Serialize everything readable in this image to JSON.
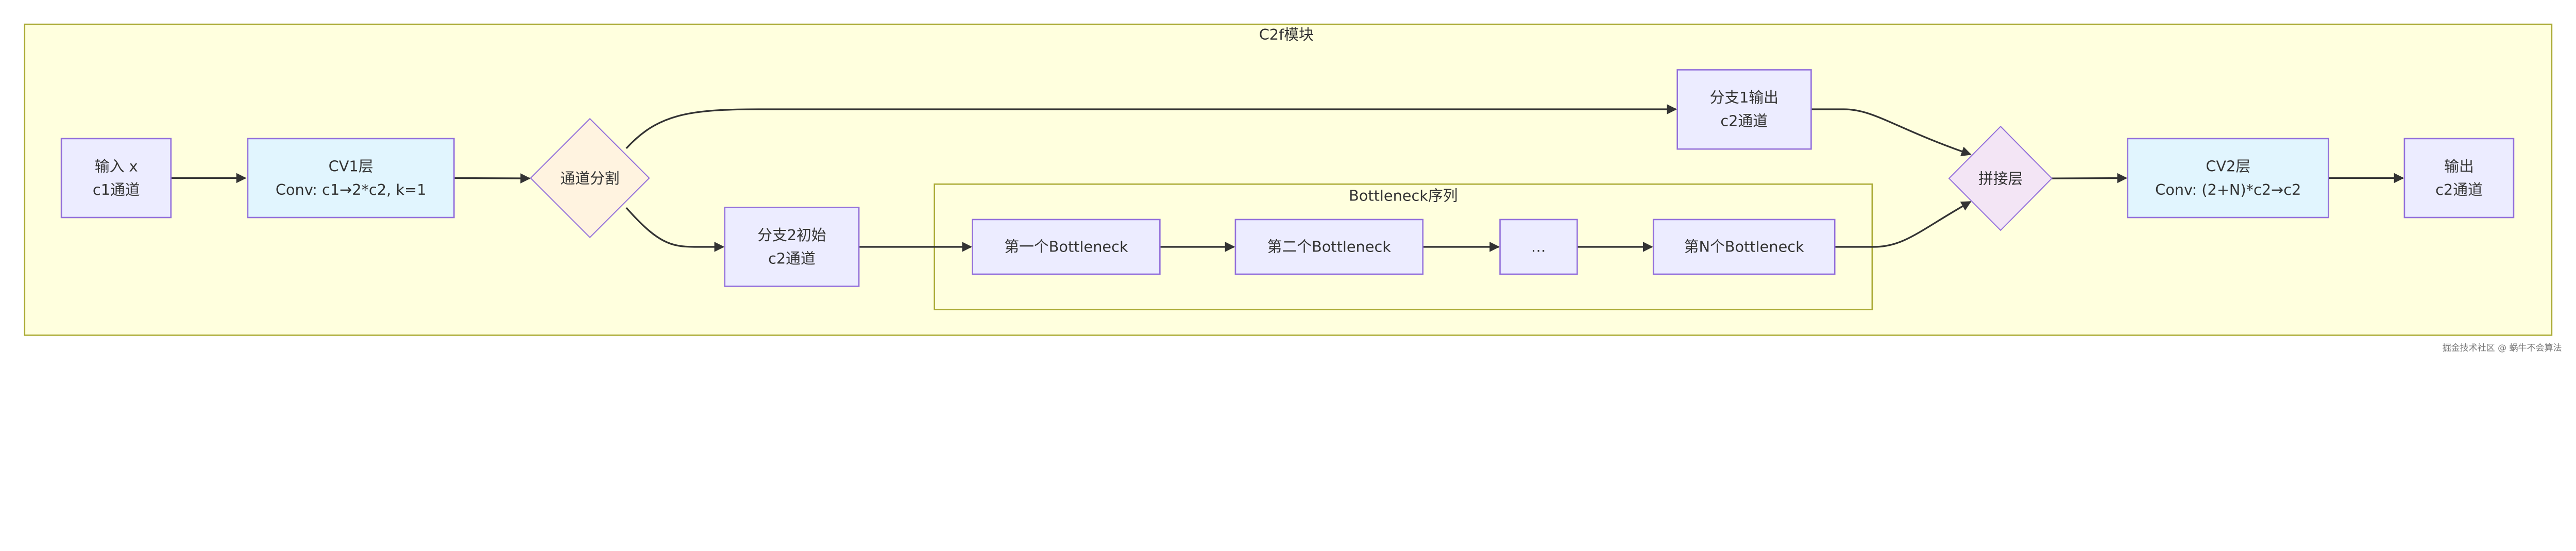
{
  "diagram": {
    "title": "C2f模块",
    "subgraph_title": "Bottleneck序列",
    "nodes": {
      "input": {
        "line1": "输入 x",
        "line2": "c1通道"
      },
      "cv1": {
        "line1": "CV1层",
        "line2": "Conv: c1→2*c2, k=1"
      },
      "split": {
        "label": "通道分割"
      },
      "branch1": {
        "line1": "分支1输出",
        "line2": "c2通道"
      },
      "branch2": {
        "line1": "分支2初始",
        "line2": "c2通道"
      },
      "bn1": {
        "label": "第一个Bottleneck"
      },
      "bn2": {
        "label": "第二个Bottleneck"
      },
      "bn_dots": {
        "label": "…"
      },
      "bnN": {
        "label": "第N个Bottleneck"
      },
      "concat": {
        "label": "拼接层"
      },
      "cv2": {
        "line1": "CV2层",
        "line2": "Conv: (2+N)*c2→c2"
      },
      "output": {
        "line1": "输出",
        "line2": "c2通道"
      }
    },
    "colors": {
      "frame_fill": "#FFFFDE",
      "frame_stroke": "#AAAA33",
      "node_fill": "#ECECFF",
      "node_stroke": "#9370DB",
      "conv_fill": "#E1F5FE",
      "split_fill": "#FFF3E0",
      "concat_fill": "#F3E5F5",
      "edge": "#333333"
    }
  },
  "watermark": "掘金技术社区 @ 蜗牛不会算法"
}
